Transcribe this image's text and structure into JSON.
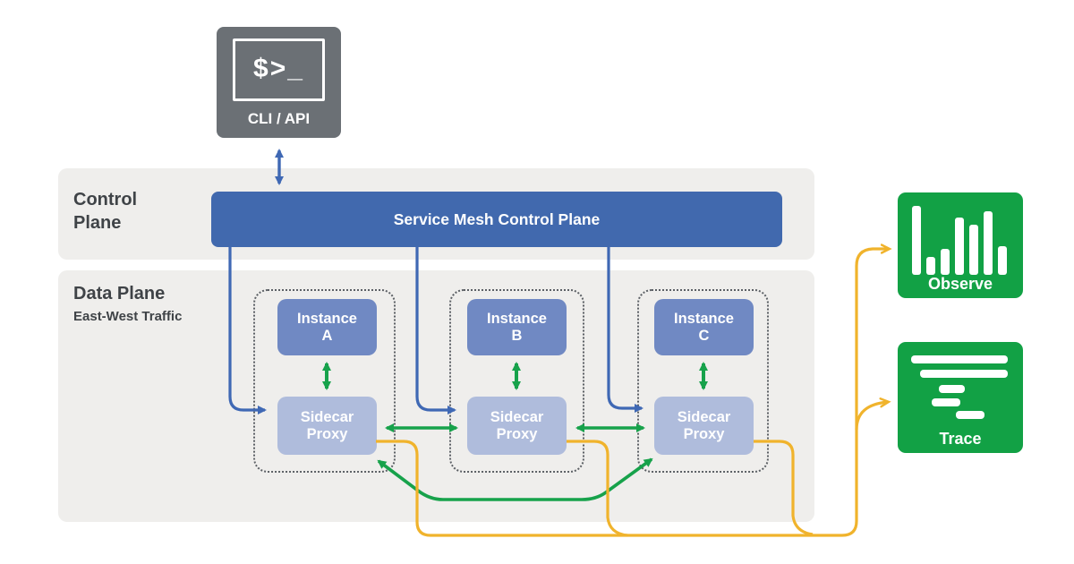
{
  "title": "Service mesh architecture diagram",
  "colors": {
    "background": "#ffffff",
    "band_background": "#efeeec",
    "control_plane_bar_blue": "#4169ae",
    "instance_blue": "#7089c3",
    "sidecar_blue": "#afbcdc",
    "terminal_gray": "#6b7075",
    "observability_green": "#12a145",
    "arrow_blue": "#3f68b4",
    "arrow_green": "#17a24b",
    "arrow_yellow": "#f0b32c",
    "label_dark": "#3f4347"
  },
  "cli": {
    "prompt": "$>_",
    "label": "CLI / API"
  },
  "control_plane": {
    "label_line1": "Control",
    "label_line2": "Plane",
    "bar_label": "Service Mesh Control Plane"
  },
  "data_plane": {
    "label": "Data Plane",
    "sublabel": "East-West Traffic",
    "groups": [
      {
        "instance_line1": "Instance",
        "instance_line2": "A",
        "sidecar_line1": "Sidecar",
        "sidecar_line2": "Proxy"
      },
      {
        "instance_line1": "Instance",
        "instance_line2": "B",
        "sidecar_line1": "Sidecar",
        "sidecar_line2": "Proxy"
      },
      {
        "instance_line1": "Instance",
        "instance_line2": "C",
        "sidecar_line1": "Sidecar",
        "sidecar_line2": "Proxy"
      }
    ]
  },
  "observability": {
    "observe_label": "Observe",
    "trace_label": "Trace"
  }
}
